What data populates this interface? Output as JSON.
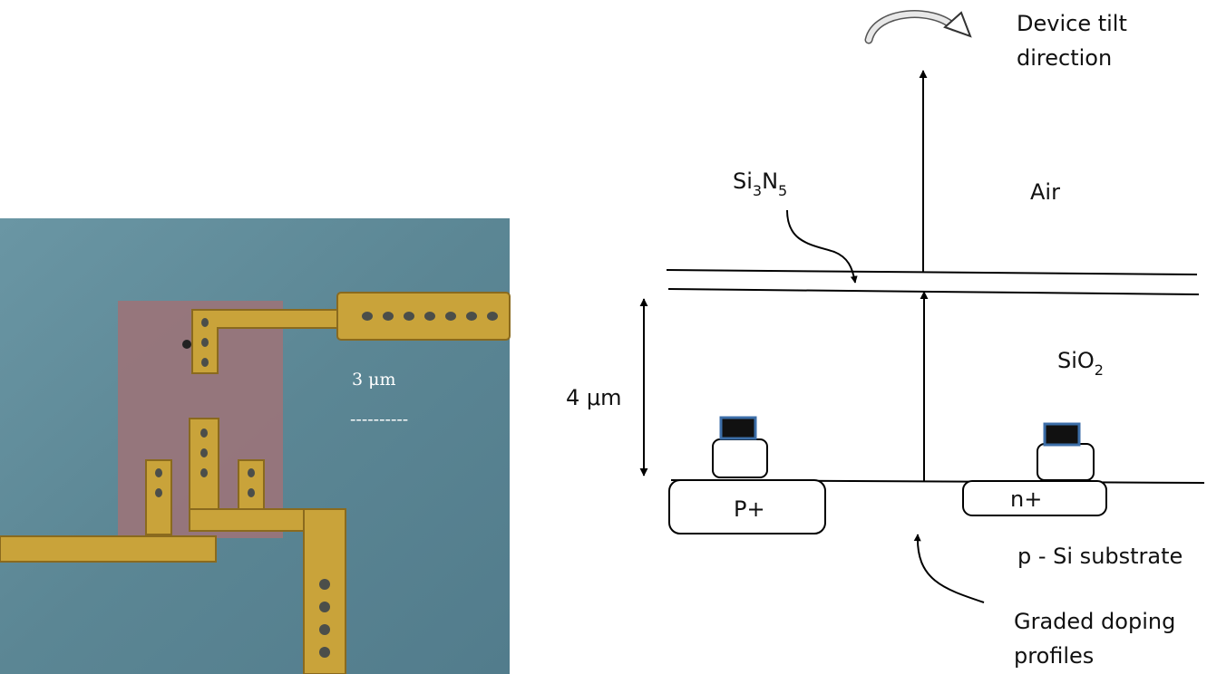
{
  "photo": {
    "scale_label": "3 μm",
    "scale_bar": "----------"
  },
  "diagram": {
    "tilt_label_1": "Device tilt",
    "tilt_label_2": "direction",
    "air_label": "Air",
    "nitride": {
      "base": "Si",
      "sub1": "3",
      "mid": "N",
      "sub2": "5"
    },
    "oxide": {
      "base": "SiO",
      "sub": "2"
    },
    "thickness_label": "4 μm",
    "p_plus_label": "P+",
    "n_plus_label": "n+",
    "substrate_label": "p - Si substrate",
    "graded_label_1": "Graded doping",
    "graded_label_2": "profiles"
  },
  "colors": {
    "photo_background": "#5b8694",
    "oxide_patch": "#9a747a",
    "metal_trace": "#c9a33a",
    "contact_pad": "#111111",
    "contact_pad_border": "#3c6ea8"
  }
}
